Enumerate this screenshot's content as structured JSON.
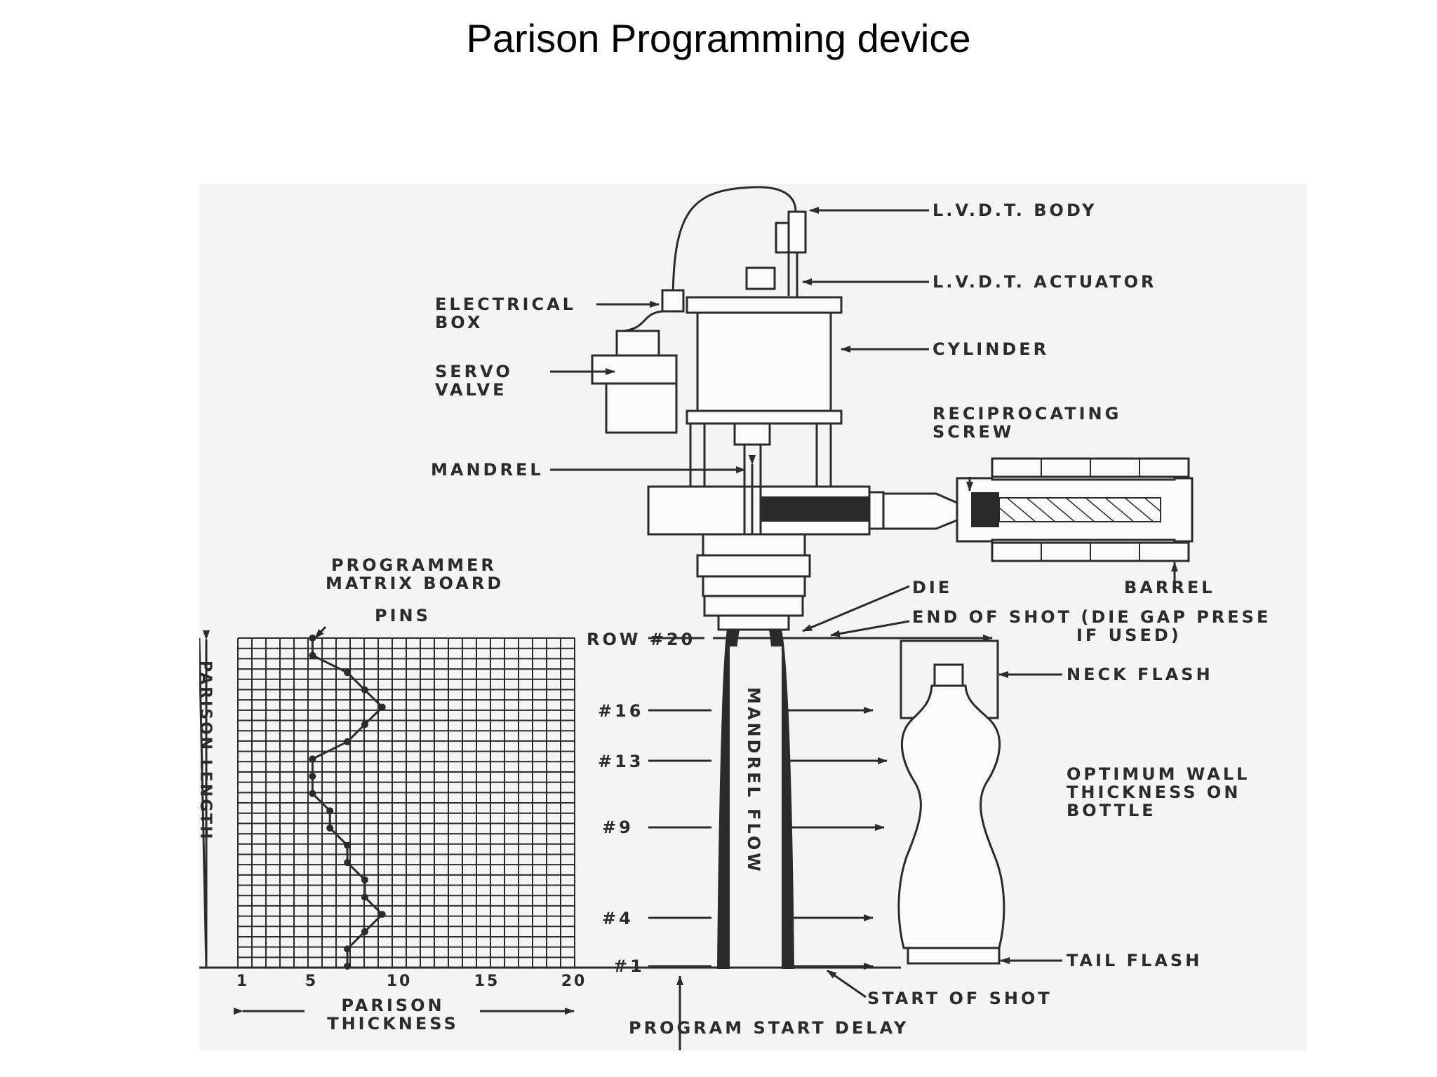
{
  "title": "Parison Programming device",
  "labels": {
    "lvdt_body": "L.V.D.T. BODY",
    "lvdt_actuator": "L.V.D.T. ACTUATOR",
    "electrical_box_1": "ELECTRICAL",
    "electrical_box_2": "BOX",
    "cylinder": "CYLINDER",
    "servo_valve_1": "SERVO",
    "servo_valve_2": "VALVE",
    "reciprocating_screw_1": "RECIPROCATING",
    "reciprocating_screw_2": "SCREW",
    "mandrel": "MANDREL",
    "programmer_1": "PROGRAMMER",
    "programmer_2": "MATRIX BOARD",
    "pins": "PINS",
    "die": "DIE",
    "barrel": "BARREL",
    "end_of_shot_1": "END OF SHOT (DIE GAP PRESE",
    "end_of_shot_2": "IF USED)",
    "row20": "ROW #20",
    "row16": "#16",
    "row13": "#13",
    "row9": "#9",
    "row4": "#4",
    "row1": "#1",
    "neck_flash": "NECK FLASH",
    "optimum_1": "OPTIMUM WALL",
    "optimum_2": "THICKNESS ON",
    "optimum_3": "BOTTLE",
    "tail_flash": "TAIL FLASH",
    "start_of_shot": "START OF SHOT",
    "program_start_delay": "PROGRAM START DELAY",
    "parison_thickness_1": "PARISON",
    "parison_thickness_2": "THICKNESS",
    "parison_length_vertical": "PARISON LENGTH",
    "mandrel_flow": "MANDREL FLOW",
    "axis_ticks": [
      "1",
      "5",
      "10",
      "15",
      "20"
    ]
  },
  "program_profile": {
    "x_units": "parison thickness (matrix column 1-20)",
    "y_units": "matrix row (1-20)",
    "points": [
      [
        7,
        1
      ],
      [
        7,
        2
      ],
      [
        8,
        3
      ],
      [
        9,
        4
      ],
      [
        8,
        5
      ],
      [
        8,
        6
      ],
      [
        7,
        7
      ],
      [
        7,
        8
      ],
      [
        6,
        9
      ],
      [
        6,
        10
      ],
      [
        5,
        11
      ],
      [
        5,
        12
      ],
      [
        5,
        13
      ],
      [
        7,
        14
      ],
      [
        8,
        15
      ],
      [
        9,
        16
      ],
      [
        8,
        17
      ],
      [
        7,
        18
      ],
      [
        5,
        19
      ],
      [
        5,
        20
      ]
    ]
  }
}
